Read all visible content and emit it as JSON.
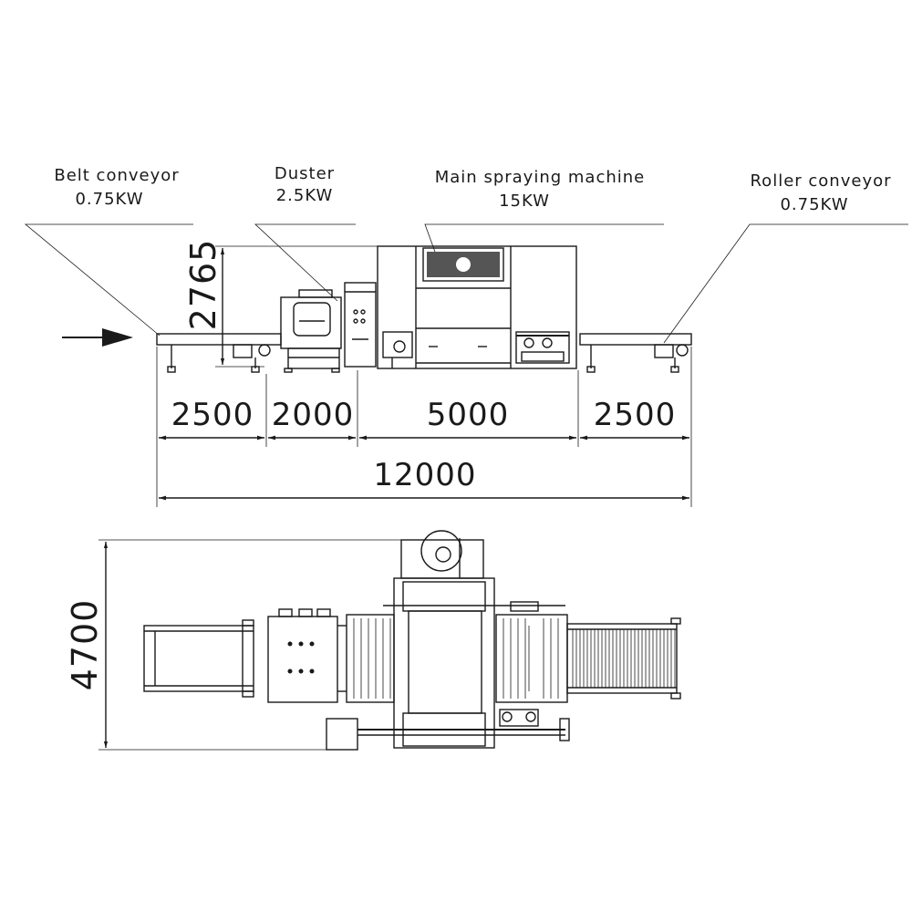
{
  "labels": {
    "belt_conveyor": {
      "name": "Belt conveyor",
      "power": "0.75KW"
    },
    "duster": {
      "name": "Duster",
      "power": "2.5KW"
    },
    "main_spraying_machine": {
      "name": "Main spraying machine",
      "power": "15KW"
    },
    "roller_conveyor": {
      "name": "Roller conveyor",
      "power": "0.75KW"
    }
  },
  "dimensions": {
    "height": "2765",
    "belt_conveyor_length": "2500",
    "duster_length": "2000",
    "spraying_machine_length": "5000",
    "roller_conveyor_length": "2500",
    "total_length": "12000",
    "width": "4700"
  },
  "colors": {
    "line": "#1a1a1a",
    "background": "#ffffff"
  },
  "icons": {
    "feed_direction": "arrow-right-icon"
  }
}
